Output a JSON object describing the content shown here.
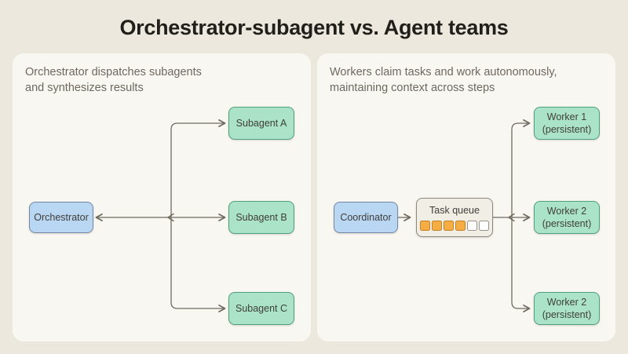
{
  "title": "Orchestrator-subagent vs. Agent teams",
  "left_panel": {
    "heading": "Orchestrator dispatches subagents\nand synthesizes results",
    "orchestrator_label": "Orchestrator",
    "subagents": [
      "Subagent A",
      "Subagent B",
      "Subagent C"
    ]
  },
  "right_panel": {
    "heading": "Workers claim tasks and work autonomously,\nmaintaining context across steps",
    "coordinator_label": "Coordinator",
    "task_queue": {
      "label": "Task queue",
      "filled_slots": 4,
      "empty_slots": 2
    },
    "workers": [
      "Worker 1\n(persistent)",
      "Worker 2\n(persistent)",
      "Worker 2\n(persistent)"
    ]
  },
  "colors": {
    "page_bg": "#ece8de",
    "panel_bg": "#f9f7f1",
    "title_text": "#211f1a",
    "heading_text": "#6d6961",
    "node_text": "#3f3e39",
    "line": "#6f6b60",
    "blue_fill": "#b9d6f3",
    "blue_border": "#7288a5",
    "green_fill": "#abe3c9",
    "green_border": "#4f9e7f",
    "queue_fill": "#f1eee6",
    "queue_border": "#8e897d",
    "orange_fill": "#f6ad43",
    "orange_border": "#c08127",
    "slot_empty_bg": "#ffffff",
    "slot_empty_border": "#99948a"
  }
}
